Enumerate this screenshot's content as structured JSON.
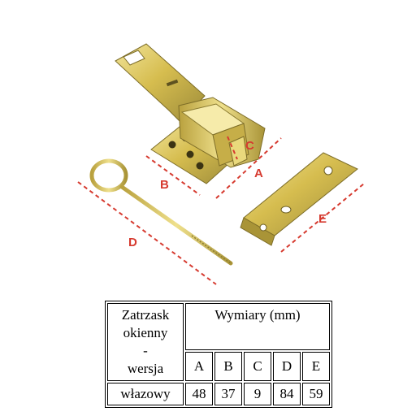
{
  "diagram": {
    "labels": {
      "a": "A",
      "b": "B",
      "c": "C",
      "d": "D",
      "e": "E"
    }
  },
  "table": {
    "product_header": [
      "Zatrzask",
      "okienny",
      "-",
      "wersja"
    ],
    "dimensions_header": "Wymiary (mm)",
    "columns": [
      "A",
      "B",
      "C",
      "D",
      "E"
    ],
    "rows": [
      {
        "name": "włazowy",
        "values": [
          "48",
          "37",
          "9",
          "84",
          "59"
        ]
      }
    ]
  },
  "colors": {
    "dimension_marker": "#d63a2f",
    "metal_zinc_yellow": "#d8c35a"
  }
}
